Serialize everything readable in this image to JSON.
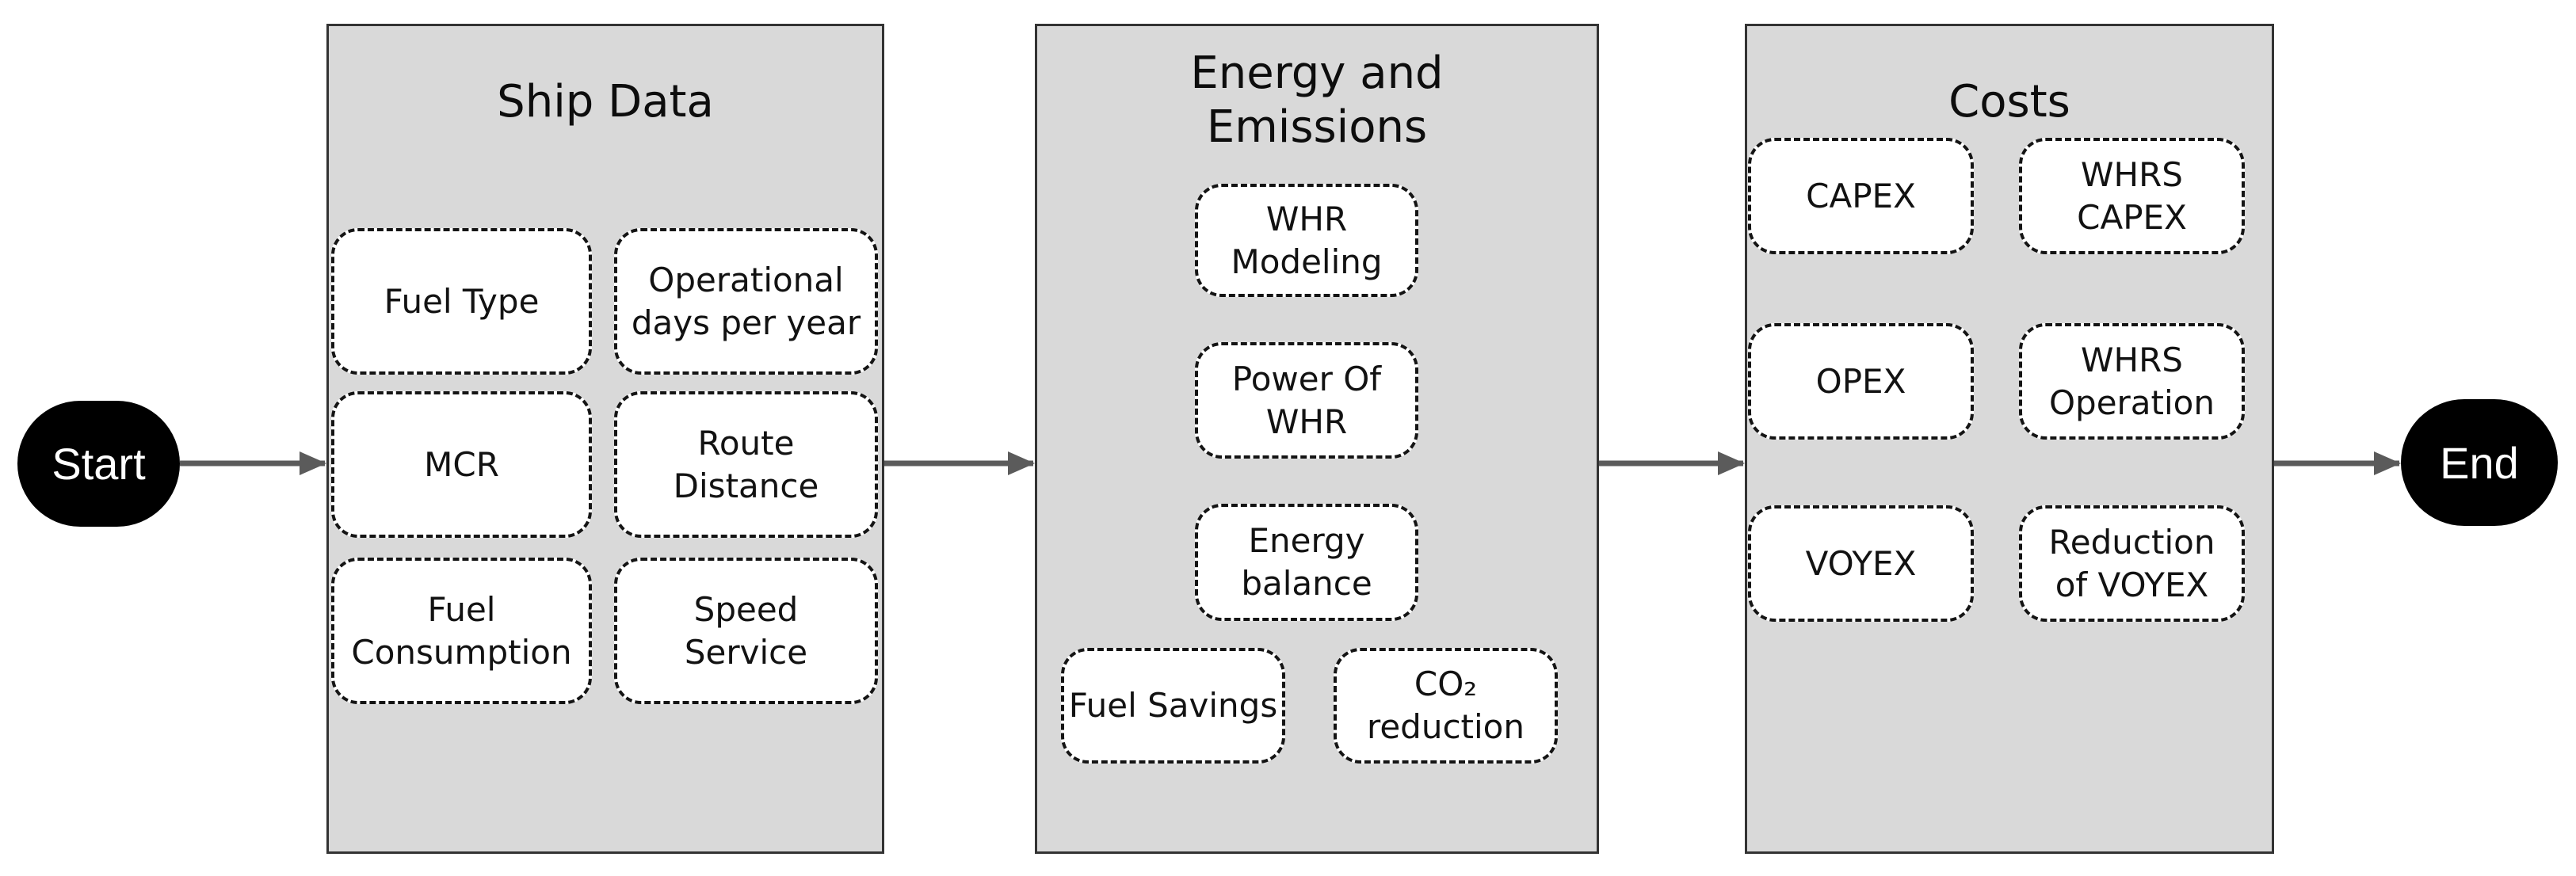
{
  "colors": {
    "canvas-bg": "#ffffff",
    "panel-bg": "#d9d9d9",
    "panel-border": "#333333",
    "box-bg": "#ffffff",
    "box-border": "#141414",
    "box-text": "#121212",
    "title-text": "#0d0d0d",
    "arrow": "#5b5b5b",
    "terminal-bg": "#000000",
    "terminal-text": "#ffffff"
  },
  "terminals": {
    "start": {
      "label": "Start"
    },
    "end": {
      "label": "End"
    }
  },
  "panels": {
    "ship_data": {
      "title": "Ship Data",
      "boxes": {
        "fuel_type": "Fuel Type",
        "operational_days": "Operational\ndays per year",
        "mcr": "MCR",
        "route_distance": "Route\nDistance",
        "fuel_consumption": "Fuel\nConsumption",
        "speed_service": "Speed\nService"
      }
    },
    "energy_emissions": {
      "title": "Energy and\nEmissions",
      "boxes": {
        "whr_modeling": "WHR\nModeling",
        "power_of_whr": "Power Of\nWHR",
        "energy_balance": "Energy\nbalance",
        "fuel_savings": "Fuel Savings",
        "co2_reduction": "CO₂\nreduction"
      }
    },
    "costs": {
      "title": "Costs",
      "boxes": {
        "capex": "CAPEX",
        "whrs_capex": "WHRS\nCAPEX",
        "opex": "OPEX",
        "whrs_operation": "WHRS\nOperation",
        "voyex": "VOYEX",
        "reduction_of_voyex": "Reduction\nof VOYEX"
      }
    }
  }
}
